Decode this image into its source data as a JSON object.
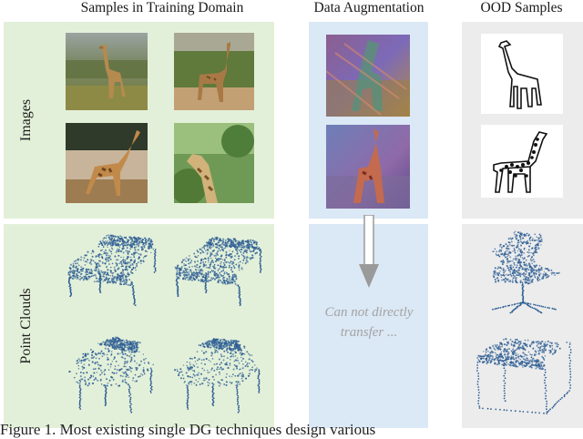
{
  "headers": {
    "training": "Samples in Training Domain",
    "augmentation": "Data Augmentation",
    "ood": "OOD Samples"
  },
  "row_labels": {
    "images": "Images",
    "point_clouds": "Point Clouds"
  },
  "augmentation_note": {
    "line1": "Can not directly",
    "line2": "transfer ..."
  },
  "caption": "Figure 1.   Most existing single DG techniques design various",
  "colors": {
    "training_panel": "#e3f0d9",
    "augmentation_panel": "#dbe8f5",
    "ood_panel": "#ececec",
    "point": "#2f5f94",
    "arrow": "#9a9a9a"
  },
  "icons": {
    "arrow": "down-arrow-icon"
  }
}
